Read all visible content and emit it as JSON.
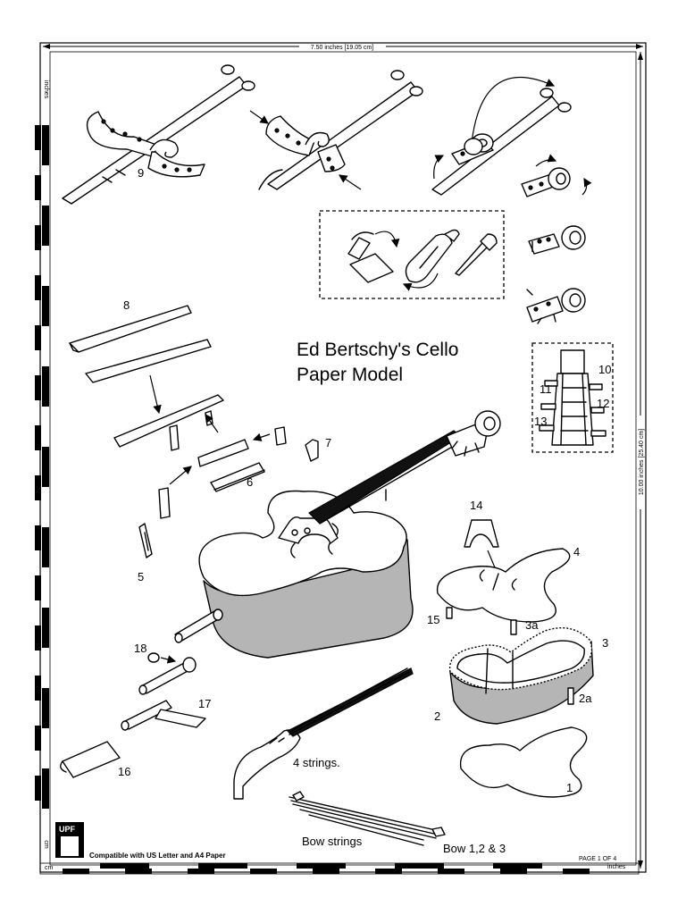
{
  "title_line1": "Ed Bertschy's Cello",
  "title_line2": "Paper Model",
  "rulers": {
    "top": "7.50 inches [19.05 cm]",
    "right": "10.00 inches [25.40 cm]",
    "left_top": "inches",
    "left_bottom": "cm",
    "bottom_left": "cm",
    "bottom_right": "inches"
  },
  "footer": {
    "logo": "UPF",
    "compat": "Compatible with US Letter and A4 Paper",
    "page": "PAGE  1  OF  4"
  },
  "labels": {
    "strings": "4 strings.",
    "bow_strings": "Bow strings",
    "bow": "Bow 1,2 & 3"
  },
  "part_numbers": {
    "p9": "9",
    "p8": "8",
    "p7": "7",
    "p6": "6",
    "p5": "5",
    "p10": "10",
    "p11": "11",
    "p12": "12",
    "p13": "13",
    "p14": "14",
    "p4": "4",
    "p15": "15",
    "p3a": "3a",
    "p3": "3",
    "p2a": "2a",
    "p2": "2",
    "p1": "1",
    "p18": "18",
    "p17": "17",
    "p16": "16"
  }
}
